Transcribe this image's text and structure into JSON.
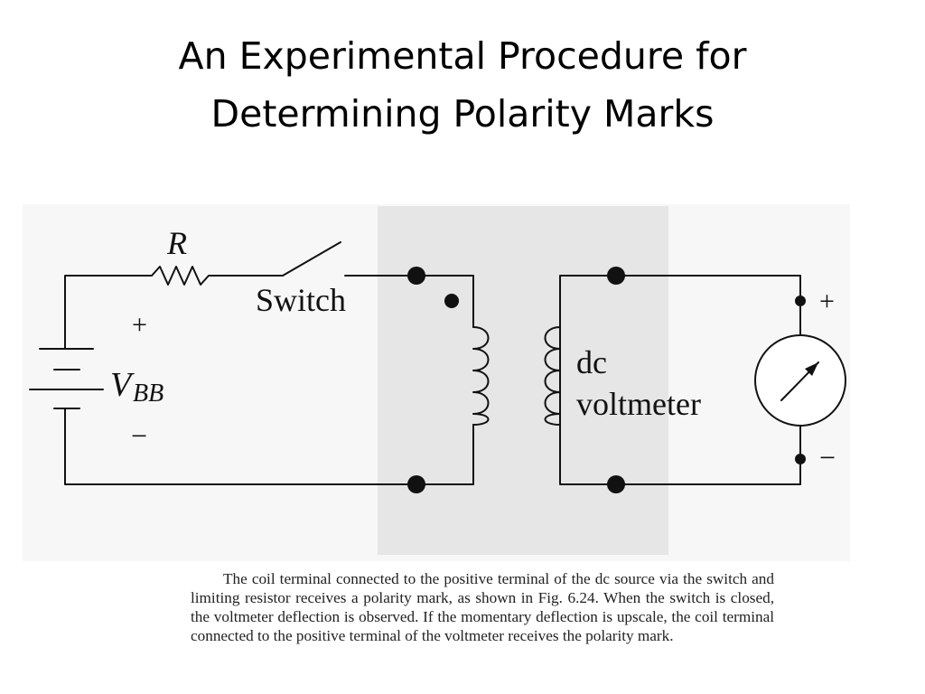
{
  "title": {
    "line1": "An Experimental Procedure for",
    "line2": "Determining Polarity Marks"
  },
  "diagram": {
    "resistor_label": "R",
    "switch_label": "Switch",
    "source_plus": "+",
    "source_label_main": "V",
    "source_label_sub": "BB",
    "source_minus": "−",
    "voltmeter_label_line1": "dc",
    "voltmeter_label_line2": "voltmeter",
    "meter_plus": "+",
    "meter_minus": "−",
    "colors": {
      "wire": "#111111",
      "core_shade": "#e6e6e6"
    }
  },
  "caption": {
    "text": "The coil terminal connected to the positive terminal of the dc source via the switch and limiting resistor receives a polarity mark, as shown in Fig. 6.24. When the switch is closed, the voltmeter deflection is observed. If the momentary deflection is upscale, the coil terminal connected to the positive terminal of the voltmeter receives the polarity mark."
  }
}
